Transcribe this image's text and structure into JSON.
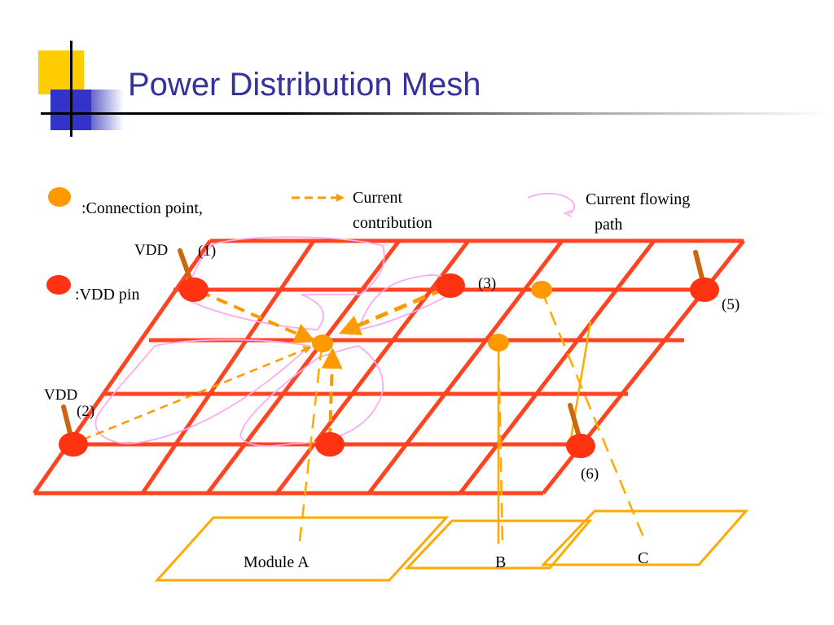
{
  "title": "Power Distribution Mesh",
  "legend": {
    "connection_point": ":Connection  point,",
    "vdd_pin": ":VDD pin",
    "current_contribution_line1": "Current",
    "current_contribution_line2": "contribution",
    "current_path_line1": "Current flowing",
    "current_path_line2": "path"
  },
  "pins": {
    "vdd_top": "VDD",
    "vdd_left": "VDD",
    "p1": "(1)",
    "p2": "(2)",
    "p3": "(3)",
    "p5": "(5)",
    "p6": "(6)"
  },
  "modules": {
    "a": "Module  A",
    "b": "B",
    "c": "C"
  },
  "colors": {
    "title": "#333399",
    "grid": "#ff4422",
    "vdd_pin": "#ff3311",
    "connection_point": "#ff9900",
    "arrow": "#ff9900",
    "module": "#ffaa00",
    "flow_path": "#ffaaee",
    "vdd_stub": "#cc6611",
    "logo_yellow": "#ffcc00",
    "logo_blue": "#3333cc"
  }
}
